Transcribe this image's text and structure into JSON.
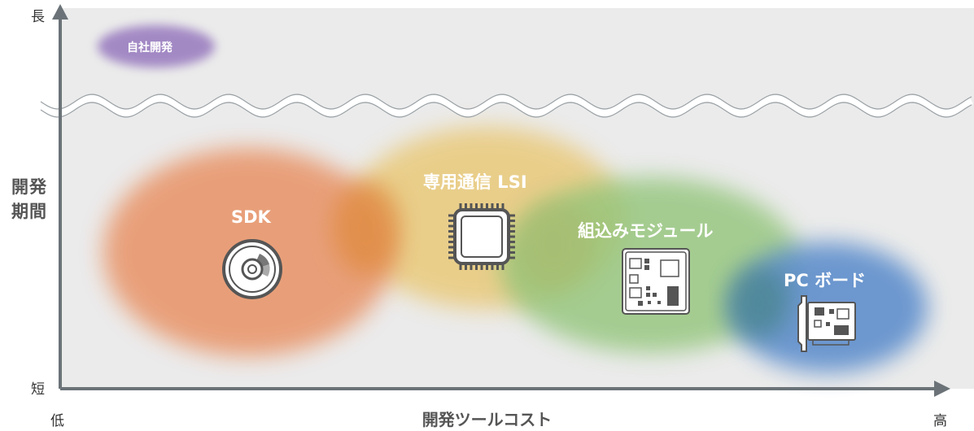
{
  "axes": {
    "y_top": "長",
    "y_bottom": "短",
    "y_label": "開発\n期間",
    "x_left": "低",
    "x_right": "高",
    "x_label": "開発ツールコスト"
  },
  "categories": [
    {
      "name": "自社開発",
      "color": "#9b7fc0",
      "icon": "none"
    },
    {
      "name": "SDK",
      "color": "#e8956a",
      "icon": "disc-icon"
    },
    {
      "name": "専用通信 LSI",
      "color": "#e9c97a",
      "icon": "chip-icon"
    },
    {
      "name": "組込みモジュール",
      "color": "#93c57a",
      "icon": "module-board-icon"
    },
    {
      "name": "PC ボード",
      "color": "#5f8fcc",
      "icon": "pc-card-icon"
    }
  ],
  "colors": {
    "background": "#ebebeb",
    "axis": "#6b7378",
    "wave": "#ffffff"
  }
}
